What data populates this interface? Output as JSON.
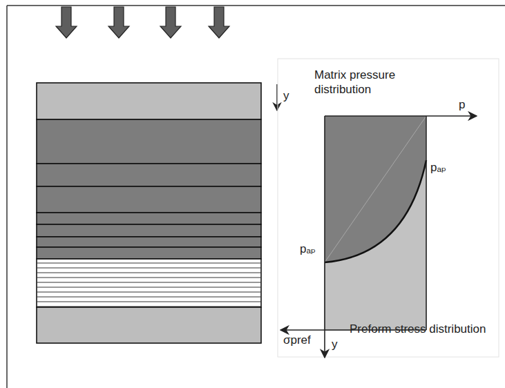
{
  "diagram": {
    "labels": [
      "Matrix pressure distribution",
      "y",
      "p",
      "pₐₚ",
      "pₐₚ",
      "σpref",
      "y",
      "Preform stress distribution"
    ]
  }
}
